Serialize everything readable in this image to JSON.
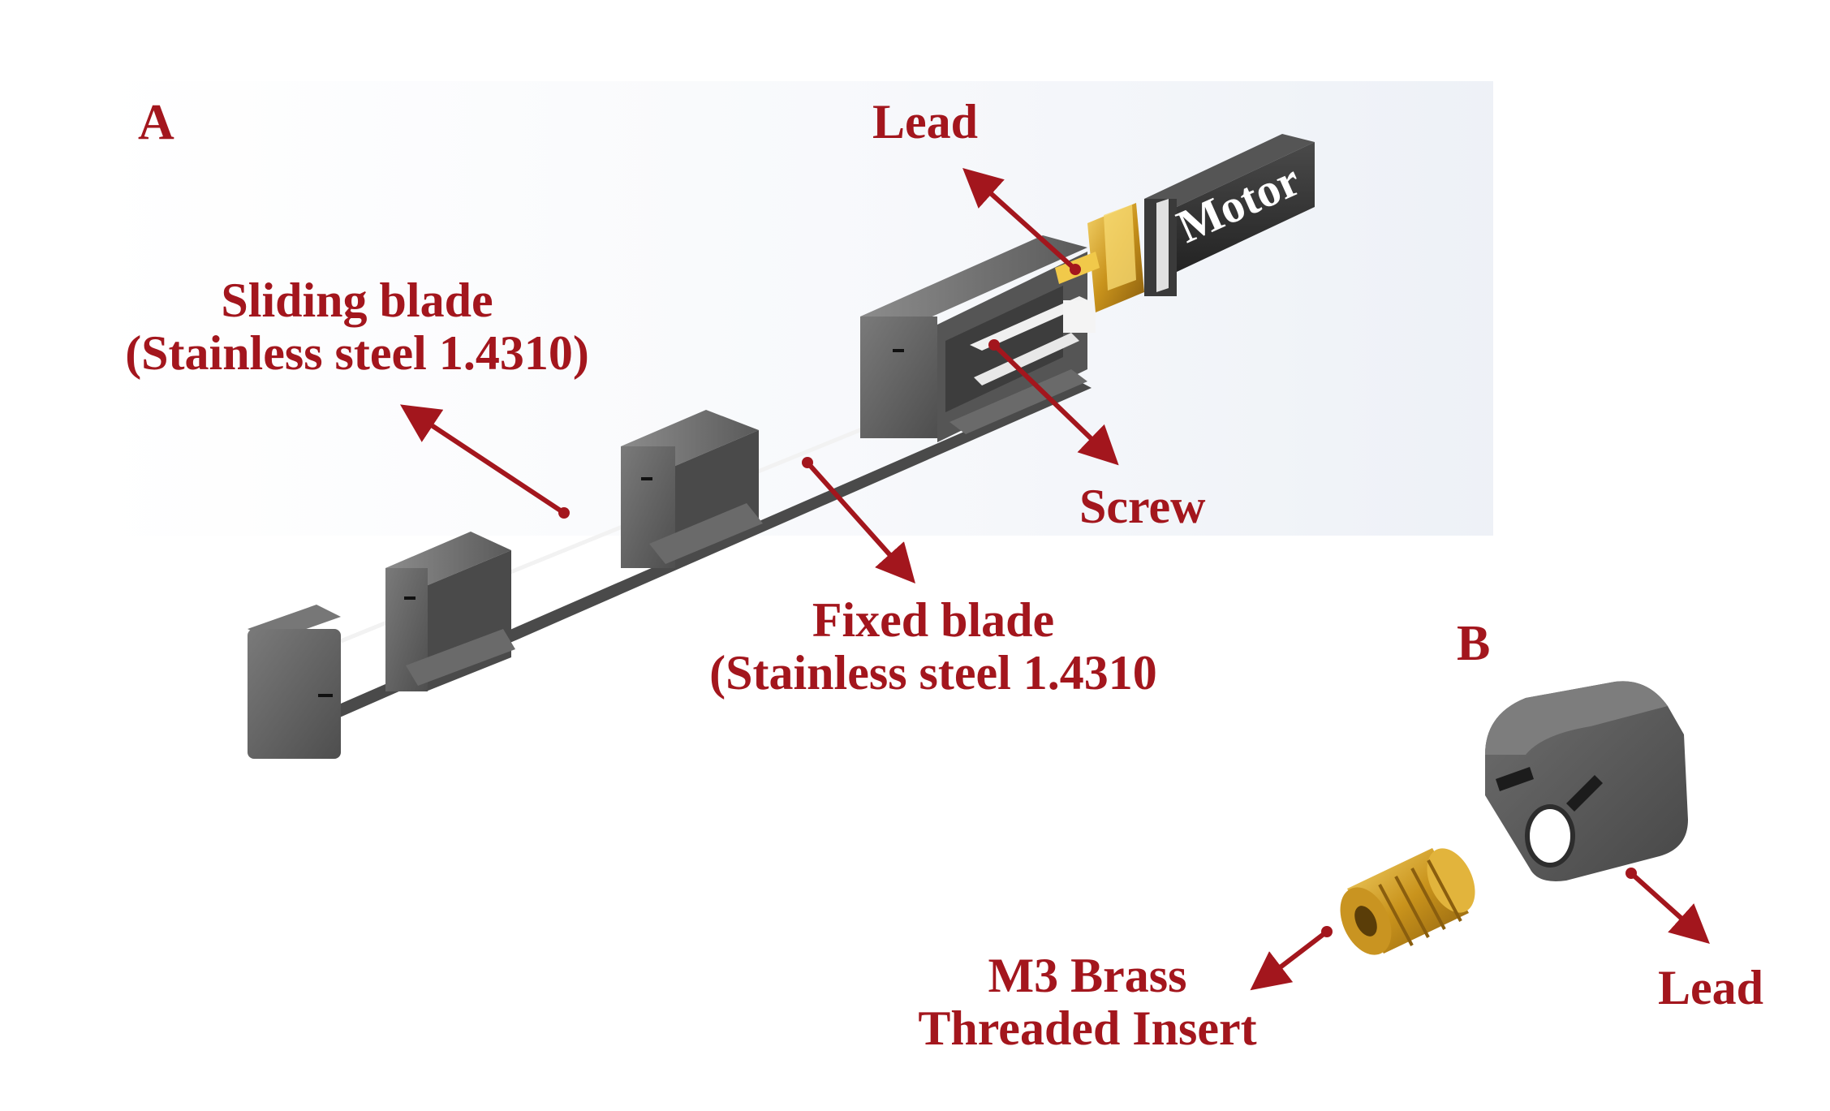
{
  "colors": {
    "label": "#a3161d",
    "arrow": "#a3161d",
    "body_gray": "#5f5f5f",
    "body_dark": "#3a3a3a",
    "brass": "#d9a72a",
    "motor": "#2e2e2e",
    "motor_text": "#ffffff"
  },
  "panels": {
    "a_label": "A",
    "b_label": "B"
  },
  "callouts": {
    "lead_top": "Lead",
    "motor": "Motor",
    "sliding_blade_line1": "Sliding blade",
    "sliding_blade_line2": "(Stainless steel 1.4310)",
    "screw": "Screw",
    "fixed_blade_line1": "Fixed blade",
    "fixed_blade_line2": "(Stainless steel 1.4310",
    "insert_line1": "M3 Brass",
    "insert_line2": "Threaded Insert",
    "lead_bottom": "Lead"
  }
}
